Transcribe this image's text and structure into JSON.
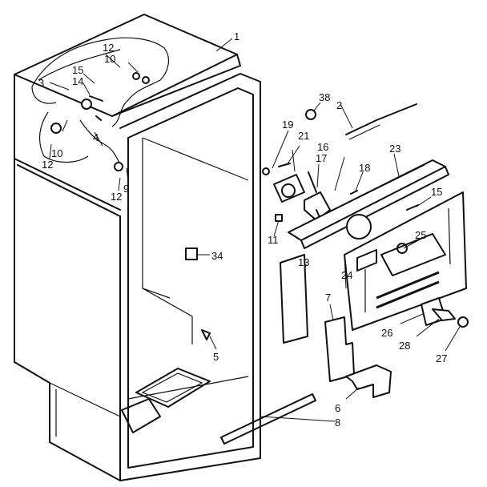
{
  "callouts": [
    {
      "id": "c1",
      "text": "1"
    },
    {
      "id": "c2",
      "text": "2"
    },
    {
      "id": "c3",
      "text": "3"
    },
    {
      "id": "c4",
      "text": "4"
    },
    {
      "id": "c5",
      "text": "5"
    },
    {
      "id": "c6",
      "text": "6"
    },
    {
      "id": "c7",
      "text": "7"
    },
    {
      "id": "c8",
      "text": "8"
    },
    {
      "id": "c9",
      "text": "9"
    },
    {
      "id": "c10a",
      "text": "10"
    },
    {
      "id": "c10b",
      "text": "10"
    },
    {
      "id": "c11",
      "text": "11"
    },
    {
      "id": "c12a",
      "text": "12"
    },
    {
      "id": "c12b",
      "text": "12"
    },
    {
      "id": "c12c",
      "text": "12"
    },
    {
      "id": "c13",
      "text": "13"
    },
    {
      "id": "c14",
      "text": "14"
    },
    {
      "id": "c15a",
      "text": "15"
    },
    {
      "id": "c15b",
      "text": "15"
    },
    {
      "id": "c16",
      "text": "16"
    },
    {
      "id": "c17",
      "text": "17"
    },
    {
      "id": "c18",
      "text": "18"
    },
    {
      "id": "c19",
      "text": "19"
    },
    {
      "id": "c21",
      "text": "21"
    },
    {
      "id": "c23",
      "text": "23"
    },
    {
      "id": "c24",
      "text": "24"
    },
    {
      "id": "c25",
      "text": "25"
    },
    {
      "id": "c26",
      "text": "26"
    },
    {
      "id": "c27",
      "text": "27"
    },
    {
      "id": "c28",
      "text": "28"
    },
    {
      "id": "c34",
      "text": "34"
    },
    {
      "id": "c38",
      "text": "38"
    }
  ]
}
